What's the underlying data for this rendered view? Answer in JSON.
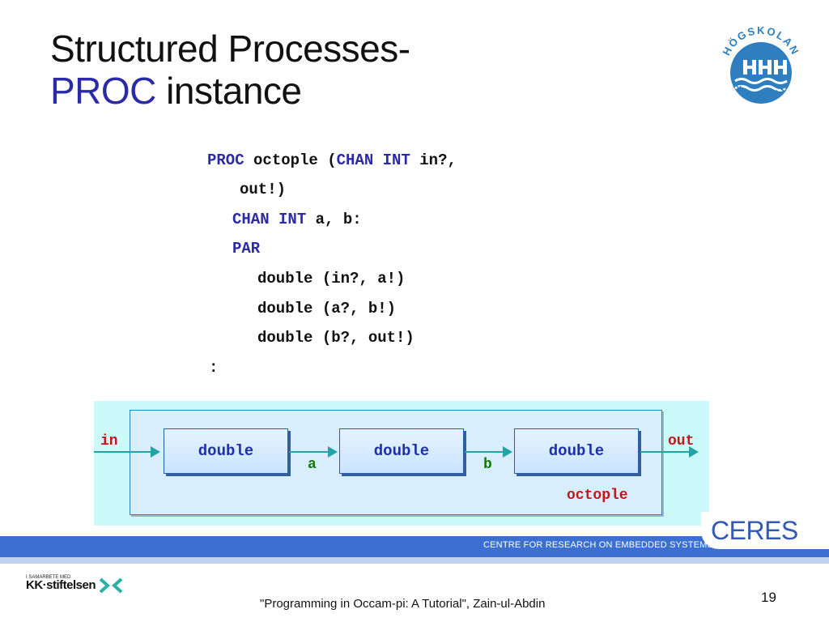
{
  "title": {
    "line1": "Structured Processes-",
    "line2_keyword": "PROC",
    "line2_rest": " instance"
  },
  "logo": {
    "top_text": "HÖGSKOLAN",
    "bottom_text": "HALMSTAD"
  },
  "code": {
    "line1_kw": "PROC",
    "line1_text": " octople (",
    "line1_kw2": "CHAN INT",
    "line1_text2": " in?,",
    "line2": "out!)",
    "line3_kw": "CHAN INT",
    "line3_text": " a, b:",
    "line4_kw": "PAR",
    "line5": "double (in?, a!)",
    "line6": "double (a?, b!)",
    "line7": "double (b?, out!)",
    "line8": ":"
  },
  "diagram": {
    "input_label": "in",
    "output_label": "out",
    "boxes": [
      "double",
      "double",
      "double"
    ],
    "channels": [
      "a",
      "b"
    ],
    "process_label": "octople"
  },
  "footer": {
    "band_text": "CENTRE FOR RESEARCH ON EMBEDDED SYSTEMS",
    "ceres": "CERES",
    "kk_small": "I SAMARBETE MED",
    "kk_brand": "KK·stiftelsen",
    "citation": "\"Programming in Occam-pi: A Tutorial\", Zain-ul-Abdin",
    "page_number": "19"
  },
  "colors": {
    "keyword": "#2b2ba8",
    "diagram_bg": "#ccfafa",
    "band": "#3b6fd0",
    "red_label": "#c01818",
    "green_label": "#0f7a0f"
  }
}
